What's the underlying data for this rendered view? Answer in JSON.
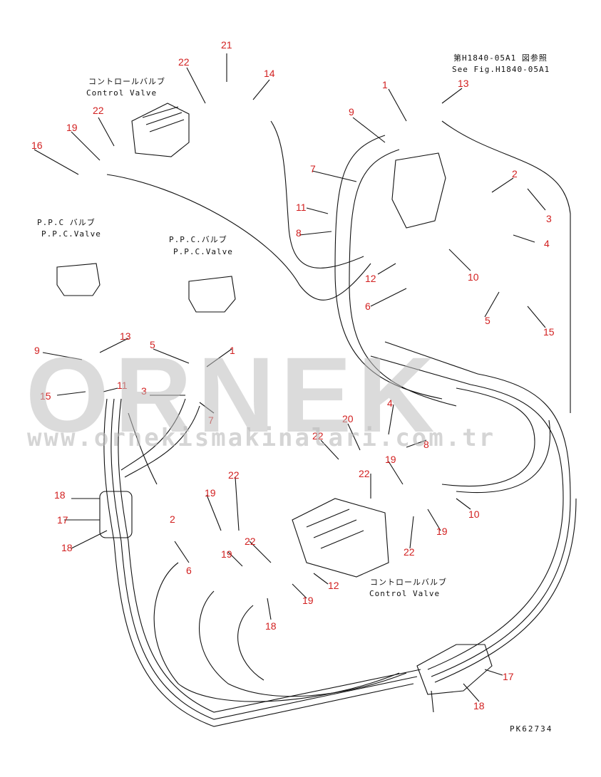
{
  "watermark": {
    "brand": "ORNEK",
    "url": "www.ornekismakinalari.com.tr"
  },
  "labels": {
    "control_valve_top_jp": "コントロールバルブ",
    "control_valve_top_en": "Control Valve",
    "ppc_left_jp": "P.P.C バルブ",
    "ppc_left_en": "P.P.C.Valve",
    "ppc_mid_jp": "P.P.C.バルブ",
    "ppc_mid_en": "P.P.C.Valve",
    "ref_jp": "第H1840-05A1 図参照",
    "ref_en": "See Fig.H1840-05A1",
    "control_valve_bottom_jp": "コントロールバルブ",
    "control_valve_bottom_en": "Control Valve",
    "drawing_code": "PK62734"
  },
  "callouts": [
    "21",
    "22",
    "14",
    "22",
    "19",
    "16",
    "1",
    "13",
    "9",
    "7",
    "11",
    "8",
    "2",
    "3",
    "4",
    "12",
    "10",
    "6",
    "5",
    "15",
    "9",
    "13",
    "15",
    "11",
    "5",
    "1",
    "3",
    "7",
    "4",
    "20",
    "22",
    "8",
    "22",
    "19",
    "22",
    "19",
    "10",
    "18",
    "17",
    "18",
    "2",
    "19",
    "6",
    "22",
    "19",
    "22",
    "12",
    "19",
    "18",
    "17",
    "18"
  ],
  "colors": {
    "callout": "#d21f1f",
    "line": "#111111",
    "watermark": "#bebebe"
  }
}
